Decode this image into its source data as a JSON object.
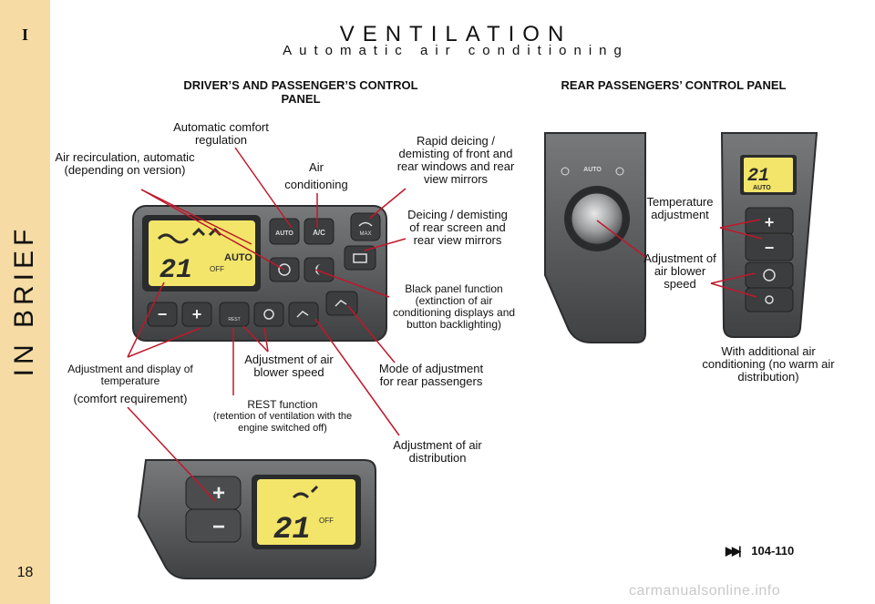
{
  "sidebar": {
    "section": "I",
    "vertical_title": "IN BRIEF",
    "page_number": "18"
  },
  "header": {
    "title": "VENTILATION",
    "subtitle": "Automatic air conditioning"
  },
  "sections": {
    "front": "DRIVER’S AND PASSENGER’S CONTROL PANEL",
    "rear": "REAR PASSENGERS’ CONTROL PANEL"
  },
  "labels": {
    "auto_comfort": "Automatic comfort regulation",
    "air_recirculation": "Air recirculation, automatic (depending on version)",
    "air": "Air",
    "conditioning": "conditioning",
    "rapid_deicing": "Rapid deicing / demisting of front and rear windows and rear view mirrors",
    "deicing_rear": "Deicing / demisting of rear screen and rear view mirrors",
    "black_panel": "Black panel function (extinction of air conditioning displays and button backlighting)",
    "mode_rear": "Mode of adjustment for rear passengers",
    "air_distribution": "Adjustment of air distribution",
    "temp_adjust_display": "Adjustment and display of temperature",
    "comfort_requirement": "(comfort requirement)",
    "blower_speed": "Adjustment of air blower speed",
    "rest_title": "REST function",
    "rest_desc": "(retention of ventilation with the engine switched off)",
    "rear_temp": "Temperature adjustment",
    "rear_blower": "Adjustment of air blower speed",
    "rear_note": "With additional air conditioning (no warm air distribution)"
  },
  "panel_text": {
    "auto": "AUTO",
    "off": "OFF",
    "temp_digits": "21",
    "auto_btn": "AUTO",
    "ac_btn": "A/C",
    "max_btn": "MAX",
    "rest_btn": "REST",
    "plus": "+",
    "minus": "−"
  },
  "reference": {
    "icon": "▶▶|",
    "pages": "104-110"
  },
  "footer": "carmanualsonline.info",
  "colors": {
    "sidebar": "#f6dca4",
    "leader": "#c0182a",
    "lcd": "#f2e56a",
    "panel": "#555759"
  }
}
